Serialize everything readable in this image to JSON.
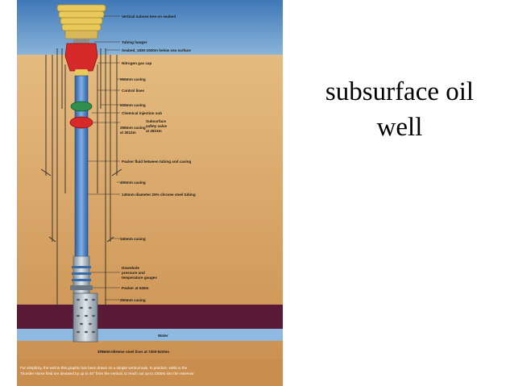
{
  "slide": {
    "title_line1": "subsurface oil",
    "title_line2": "well"
  },
  "diagram": {
    "labels": {
      "subsea_tree": "Vertical subsea tree on seabed",
      "tubing_hanger": "Tubing hanger",
      "seabed": "Seabed, 1830-1920m below sea surface",
      "nitrogen_cap": "Nitrogen gas cap",
      "casing_965": "965mm casing",
      "control_lines": "Control lines",
      "casing_508": "508mm casing",
      "chemical_injection": "Chemical injection sub",
      "casing_298_line1": "298mm casing",
      "casing_298_line2": "at 3013m",
      "safety_valve_line1": "Subsurface",
      "safety_valve_line2": "safety valve",
      "safety_valve_line3": "at 2823m",
      "packer_fluid": "Packer fluid between tubing and casing",
      "casing_406": "406mm casing",
      "tubing": "140mm diameter 25% chrome steel tubing",
      "casing_340": "340mm casing",
      "gauges_line1": "Downhole",
      "gauges_line2": "pressure and",
      "gauges_line3": "temperature gauges",
      "packer": "Packer at 040m",
      "casing_250": "250mm casing",
      "water": "Water",
      "liner": "178mm chrome steel liner at 7300-8230m",
      "footnote_line1": "For simplicity, the well in this graphic has been drawn on a simple vertical axis. In practice, wells in the",
      "footnote_line2": "Thunder Horse field are deviated by up to 45° from the vertical, to reach out up to 2300m into the reservoir"
    },
    "colors": {
      "sea_top": "#3f78b8",
      "sea_bottom": "#8ab4d8",
      "sediment_top": "#e2b679",
      "sediment_bottom": "#c98e4e",
      "reservoir": "#5a1a36",
      "water_zone": "#8fb9e0",
      "tubing": "#4b7fc4",
      "accent_red": "#d62a2a",
      "accent_green": "#2f8f4e",
      "hanger_yellow": "#e8c95a"
    }
  }
}
